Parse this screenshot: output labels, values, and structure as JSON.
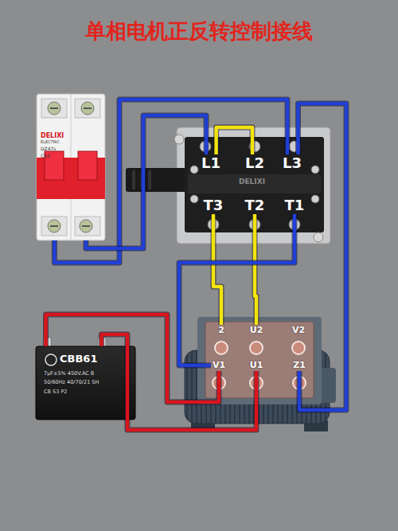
{
  "diagram": {
    "title": "单相电机正反转控制接线",
    "nodes": [
      {
        "text": [
          "DELIXI",
          "ELECTRIC",
          "DZ47s",
          "C63"
        ]
      },
      {
        "text": [
          "DELIXI"
        ]
      },
      {
        "text": [
          "L1"
        ],
        "in": 1
      },
      {
        "text": [
          "L2"
        ],
        "in": 1
      },
      {
        "text": [
          "L3"
        ],
        "in": 1
      },
      {
        "text": [
          "T3"
        ],
        "in": 1
      },
      {
        "text": [
          "T2"
        ],
        "in": 1
      },
      {
        "text": [
          "T1"
        ],
        "in": 1
      },
      {
        "text": [
          "2"
        ]
      },
      {
        "text": [
          "U2"
        ]
      },
      {
        "text": [
          "V2"
        ]
      },
      {
        "text": [
          "V1"
        ]
      },
      {
        "text": [
          "U1"
        ]
      },
      {
        "text": [
          "Z1"
        ]
      },
      {
        "text": [
          "CBB61",
          "7μF±5% 450V.AC B",
          "50/60Hz 40/70/21 SH",
          "CB S3 P2"
        ]
      }
    ],
    "edges": [
      {
        "from": 0,
        "to": 4,
        "arrow": "none"
      },
      {
        "from": 0,
        "to": 2,
        "arrow": "none"
      },
      {
        "from": 2,
        "to": 3,
        "arrow": "none"
      },
      {
        "from": 4,
        "to": 13,
        "arrow": "none"
      },
      {
        "from": 5,
        "to": 8,
        "arrow": "none"
      },
      {
        "from": 6,
        "to": 9,
        "arrow": "none"
      },
      {
        "from": 7,
        "to": 11,
        "arrow": "none"
      },
      {
        "from": 14,
        "to": 11,
        "arrow": "none"
      },
      {
        "from": 14,
        "to": 12,
        "arrow": "none"
      }
    ]
  }
}
